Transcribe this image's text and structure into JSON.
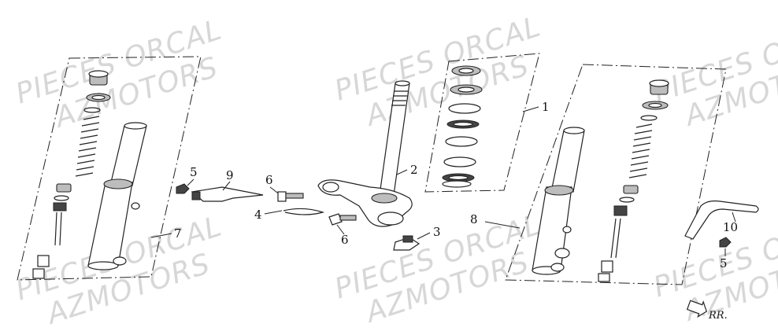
{
  "watermarks": [
    {
      "text": "PIECES ORCAL"
    },
    {
      "text": "AZMOTORS"
    },
    {
      "text": "PIECES ORCAL"
    },
    {
      "text": "AZMOTORS"
    },
    {
      "text": "PIECES O"
    },
    {
      "text": "AZMOT"
    },
    {
      "text": "PIECES ORCAL"
    },
    {
      "text": "AZMOTORS"
    },
    {
      "text": "PIECES ORCAL"
    },
    {
      "text": "AZMOTORS"
    },
    {
      "text": "PIECES O"
    },
    {
      "text": "AZMOT"
    }
  ],
  "callouts": {
    "c1": "1",
    "c2": "2",
    "c3": "3",
    "c4": "4",
    "c5a": "5",
    "c5b": "5",
    "c6a": "6",
    "c6b": "6",
    "c7": "7",
    "c8": "8",
    "c9": "9",
    "c10": "10"
  },
  "direction_label": "RR."
}
